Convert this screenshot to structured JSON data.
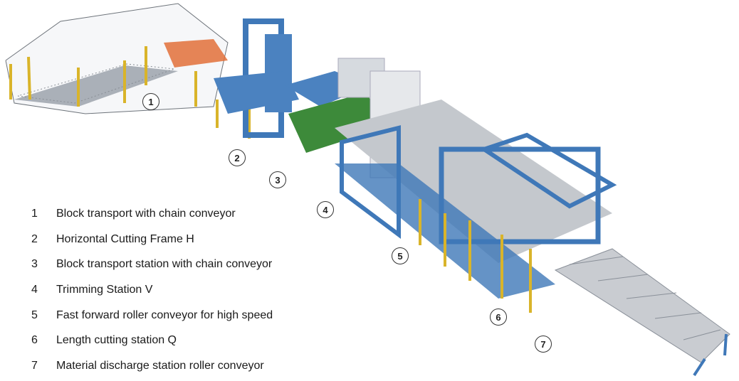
{
  "legend": [
    {
      "number": "1",
      "label": "Block transport with chain conveyor"
    },
    {
      "number": "2",
      "label": "Horizontal Cutting Frame H"
    },
    {
      "number": "3",
      "label": "Block transport station with chain conveyor"
    },
    {
      "number": "4",
      "label": "Trimming Station V"
    },
    {
      "number": "5",
      "label": "Fast forward roller conveyor for high speed"
    },
    {
      "number": "6",
      "label": "Length cutting station Q"
    },
    {
      "number": "7",
      "label": "Material discharge station roller conveyor"
    }
  ],
  "colors": {
    "frame": "#3f78b8",
    "guard": "#e8c53a",
    "accent": "#e2703a",
    "belt": "#3d8a3a",
    "roller": "#b8bcc2"
  }
}
